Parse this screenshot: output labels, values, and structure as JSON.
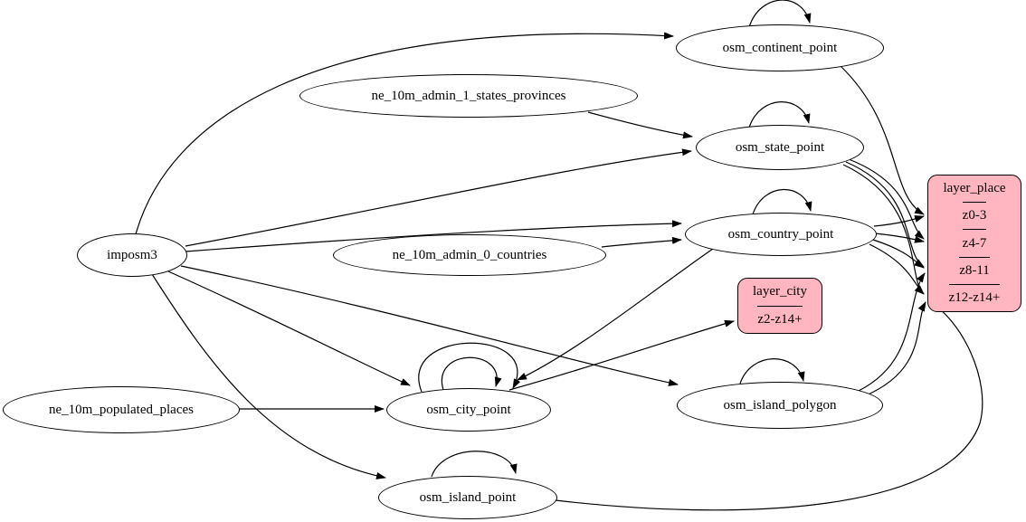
{
  "colors": {
    "record_fill": "#ffb6c1",
    "node_fill": "#ffffff",
    "stroke": "#000000",
    "background": "#ffffff"
  },
  "nodes": {
    "imposm3": {
      "label": "imposm3"
    },
    "ne_10m_admin_1_states_provinces": {
      "label": "ne_10m_admin_1_states_provinces"
    },
    "ne_10m_admin_0_countries": {
      "label": "ne_10m_admin_0_countries"
    },
    "ne_10m_populated_places": {
      "label": "ne_10m_populated_places"
    },
    "osm_continent_point": {
      "label": "osm_continent_point"
    },
    "osm_state_point": {
      "label": "osm_state_point"
    },
    "osm_country_point": {
      "label": "osm_country_point"
    },
    "osm_city_point": {
      "label": "osm_city_point"
    },
    "osm_island_polygon": {
      "label": "osm_island_polygon"
    },
    "osm_island_point": {
      "label": "osm_island_point"
    }
  },
  "records": {
    "layer_city": {
      "title": "layer_city",
      "rows": [
        "z2-z14+"
      ]
    },
    "layer_place": {
      "title": "layer_place",
      "rows": [
        "z0-3",
        "z4-7",
        "z8-11",
        "z12-z14+"
      ]
    }
  },
  "edges": [
    {
      "from": "imposm3",
      "to": "osm_continent_point"
    },
    {
      "from": "imposm3",
      "to": "osm_state_point"
    },
    {
      "from": "imposm3",
      "to": "osm_country_point"
    },
    {
      "from": "imposm3",
      "to": "osm_city_point"
    },
    {
      "from": "imposm3",
      "to": "osm_island_polygon"
    },
    {
      "from": "imposm3",
      "to": "osm_island_point"
    },
    {
      "from": "ne_10m_admin_1_states_provinces",
      "to": "osm_state_point"
    },
    {
      "from": "ne_10m_admin_0_countries",
      "to": "osm_country_point"
    },
    {
      "from": "ne_10m_populated_places",
      "to": "osm_city_point"
    },
    {
      "from": "osm_continent_point",
      "to": "osm_continent_point"
    },
    {
      "from": "osm_state_point",
      "to": "osm_state_point"
    },
    {
      "from": "osm_country_point",
      "to": "osm_country_point"
    },
    {
      "from": "osm_city_point",
      "to": "osm_city_point"
    },
    {
      "from": "osm_city_point",
      "to": "osm_city_point"
    },
    {
      "from": "osm_island_polygon",
      "to": "osm_island_polygon"
    },
    {
      "from": "osm_island_point",
      "to": "osm_island_point"
    },
    {
      "from": "osm_country_point",
      "to": "osm_city_point"
    },
    {
      "from": "osm_city_point",
      "to": "layer_city:z2-z14+"
    },
    {
      "from": "osm_continent_point",
      "to": "layer_place:z0-3"
    },
    {
      "from": "osm_state_point",
      "to": "layer_place:z4-7"
    },
    {
      "from": "osm_state_point",
      "to": "layer_place:z8-11"
    },
    {
      "from": "osm_state_point",
      "to": "layer_place:z12-z14+"
    },
    {
      "from": "osm_country_point",
      "to": "layer_place:z0-3"
    },
    {
      "from": "osm_country_point",
      "to": "layer_place:z4-7"
    },
    {
      "from": "osm_country_point",
      "to": "layer_place:z8-11"
    },
    {
      "from": "osm_country_point",
      "to": "layer_place:z12-z14+"
    },
    {
      "from": "osm_island_polygon",
      "to": "layer_place:z8-11"
    },
    {
      "from": "osm_island_polygon",
      "to": "layer_place:z12-z14+"
    },
    {
      "from": "osm_island_point",
      "to": "layer_place:z12-z14+"
    }
  ]
}
